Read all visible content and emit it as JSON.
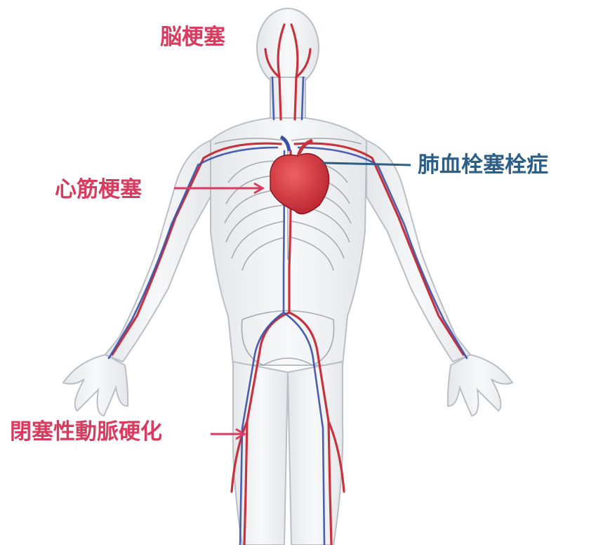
{
  "labels": {
    "stroke": "脳梗塞",
    "myocardial_infarction": "心筋梗塞",
    "pulmonary_embolism": "肺血栓塞栓症",
    "arteriosclerosis_obliterans": "閉塞性動脈硬化"
  },
  "colors": {
    "arterial_label": "#d93a5e",
    "venous_label": "#2d5f86",
    "artery": "#c8323c",
    "vein": "#3a4fa8",
    "heart": "#d83a40",
    "body_outline": "#b9bfc6",
    "skeleton": "#9aa0a7"
  },
  "icons": [
    "human-body-figure",
    "heart-icon",
    "arrow-icon"
  ]
}
